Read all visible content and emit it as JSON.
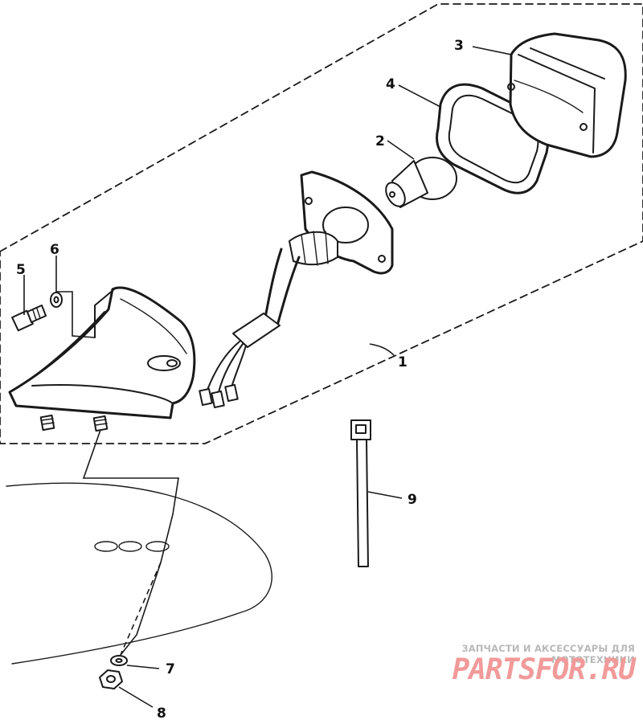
{
  "callouts": [
    {
      "id": "1",
      "label": "1"
    },
    {
      "id": "2",
      "label": "2"
    },
    {
      "id": "3",
      "label": "3"
    },
    {
      "id": "4",
      "label": "4"
    },
    {
      "id": "5",
      "label": "5"
    },
    {
      "id": "6",
      "label": "6"
    },
    {
      "id": "7",
      "label": "7"
    },
    {
      "id": "8",
      "label": "8"
    },
    {
      "id": "9",
      "label": "9"
    }
  ],
  "watermark": {
    "tagline": "ЗАПЧАСТИ И АКСЕССУАРЫ ДЛЯ МОТОТЕХНИКИ",
    "logo": "PARTSFOR.RU",
    "color": "#f29a9a"
  }
}
